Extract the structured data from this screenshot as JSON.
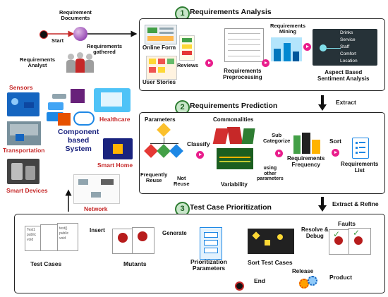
{
  "left": {
    "requirement_documents": "Requirement\nDocuments",
    "start": "Start",
    "requirements_gathered": "Requirements\ngathered",
    "requirements_analyst": "Requirements\nAnalyst",
    "sensors": "Sensors",
    "healthcare": "Healthcare",
    "transportation": "Transportation",
    "component_based_system": "Component\nbased\nSystem",
    "smart_home": "Smart Home",
    "smart_devices": "Smart Devices",
    "network": "Network"
  },
  "analysis": {
    "number": "1",
    "title": "Requirements Analysis",
    "online_form": "Online Form",
    "reviews": "Reviews",
    "user_stories": "User Stories",
    "preprocessing": "Requirements\nPreprocessing",
    "mining": "Requirements\nMining",
    "sentiment": "Aspect Based\nSentiment Analysis",
    "aspects": [
      "Drinks",
      "Service",
      "Staff",
      "Comfort",
      "Location"
    ]
  },
  "extract": "Extract",
  "prediction": {
    "number": "2",
    "title": "Requirements Prediction",
    "parameters": "Parameters",
    "frequently_reuse": "Frequently\nReuse",
    "not_reuse": "Not\nReuse",
    "classify": "Classify",
    "commonalities": "Commonalities",
    "variability": "Variability",
    "sub_categorize": "Sub\nCategorize",
    "using_other": "using\nother\nparameters",
    "frequency": "Requirements\nFrequency",
    "sort": "Sort",
    "list": "Requirements\nList"
  },
  "extract_refine": "Extract & Refine",
  "prioritization": {
    "number": "3",
    "title": "Test Case Prioritization",
    "test_cases": "Test Cases",
    "insert": "Insert",
    "mutants": "Mutants",
    "generate": "Generate",
    "prio_params": "Prioritization\nParameters",
    "sort_test_cases": "Sort Test Cases",
    "resolve_debug": "Resolve &\nDebug",
    "faults": "Faults",
    "release": "Release",
    "product": "Product",
    "end": "End",
    "code_lines": [
      "Test1",
      "public",
      "void",
      "test()",
      "public",
      "void"
    ]
  },
  "colors": {
    "accent_red": "#c62828",
    "accent_blue": "#1a237e",
    "step_green": "#2e7d32",
    "pink_arrow": "#e91e8c"
  }
}
